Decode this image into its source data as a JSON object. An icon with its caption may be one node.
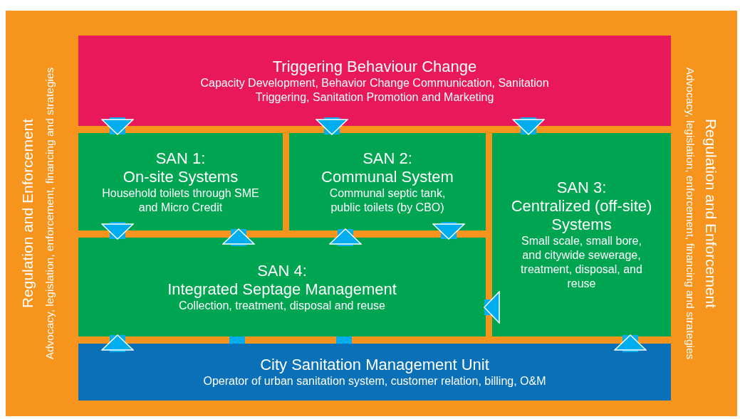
{
  "diagram": {
    "nodes": [
      {
        "text": [
          "Triggering Behaviour Change",
          "Capacity Development, Behavior Change Communication, Sanitation Triggering, Sanitation Promotion and Marketing"
        ]
      },
      {
        "text": [
          "SAN 1: On-site Systems",
          "Household toilets through SME and Micro Credit"
        ]
      },
      {
        "text": [
          "SAN 2: Communal System",
          "Communal septic tank, public toilets (by CBO)"
        ]
      },
      {
        "text": [
          "SAN 3: Centralized (off-site) Systems",
          "Small scale, small bore, and citywide sewerage, treatment, disposal, and reuse"
        ]
      },
      {
        "text": [
          "SAN 4: Integrated Septage Management",
          "Collection, treatment, disposal and reuse"
        ]
      },
      {
        "text": [
          "City Sanitation Management Unit",
          "Operator of urban sanitation system, customer relation, billing, O&M"
        ]
      }
    ],
    "edges": [
      {
        "from": 0,
        "to": 1,
        "arrow": "to"
      },
      {
        "from": 0,
        "to": 2,
        "arrow": "to"
      },
      {
        "from": 0,
        "to": 3,
        "arrow": "to"
      },
      {
        "from": 1,
        "to": 4,
        "arrow": "to"
      },
      {
        "from": 4,
        "to": 1,
        "arrow": "to"
      },
      {
        "from": 4,
        "to": 2,
        "arrow": "to"
      },
      {
        "from": 2,
        "to": 4,
        "arrow": "to"
      },
      {
        "from": 3,
        "to": 4,
        "arrow": "to"
      },
      {
        "from": 5,
        "to": 4,
        "arrow": "to"
      },
      {
        "from": 5,
        "to": 3,
        "arrow": "to"
      },
      {
        "from": 5,
        "to": 4,
        "arrow": "none"
      },
      {
        "from": 5,
        "to": 4,
        "arrow": "none"
      }
    ],
    "labels": [
      "Regulation and Enforcement",
      "Advocacy, legislation, enforcement, financing and strategies",
      "Regulation and Enforcement",
      "Advocacy, legislation, enforcement, financing and strategies"
    ]
  }
}
